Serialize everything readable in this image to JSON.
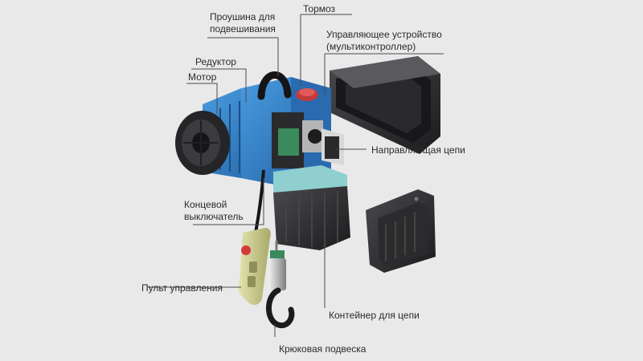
{
  "labels": {
    "eye": [
      "Проушина для",
      "подвешивания"
    ],
    "brake": "Тормоз",
    "controller": [
      "Управляющее устройство",
      "(мультиконтроллер)"
    ],
    "gearbox": "Редуктор",
    "motor": "Мотор",
    "chain_guide": "Направляющая цепи",
    "limit_switch": [
      "Концевой",
      "выключатель"
    ],
    "pendant": "Пульт управления",
    "chain_container": "Контейнер для цепи",
    "hook_block": "Крюковая подвеска"
  },
  "colors": {
    "background": "#e9e9ea",
    "motor_blue": "#2f7fc9",
    "dark_part": "#2d2d2f",
    "pendant": "#c9c98a",
    "chain_guide_teal": "#8fcfcf",
    "leader_line": "#4a4a4a",
    "text": "#2b2b2b"
  }
}
